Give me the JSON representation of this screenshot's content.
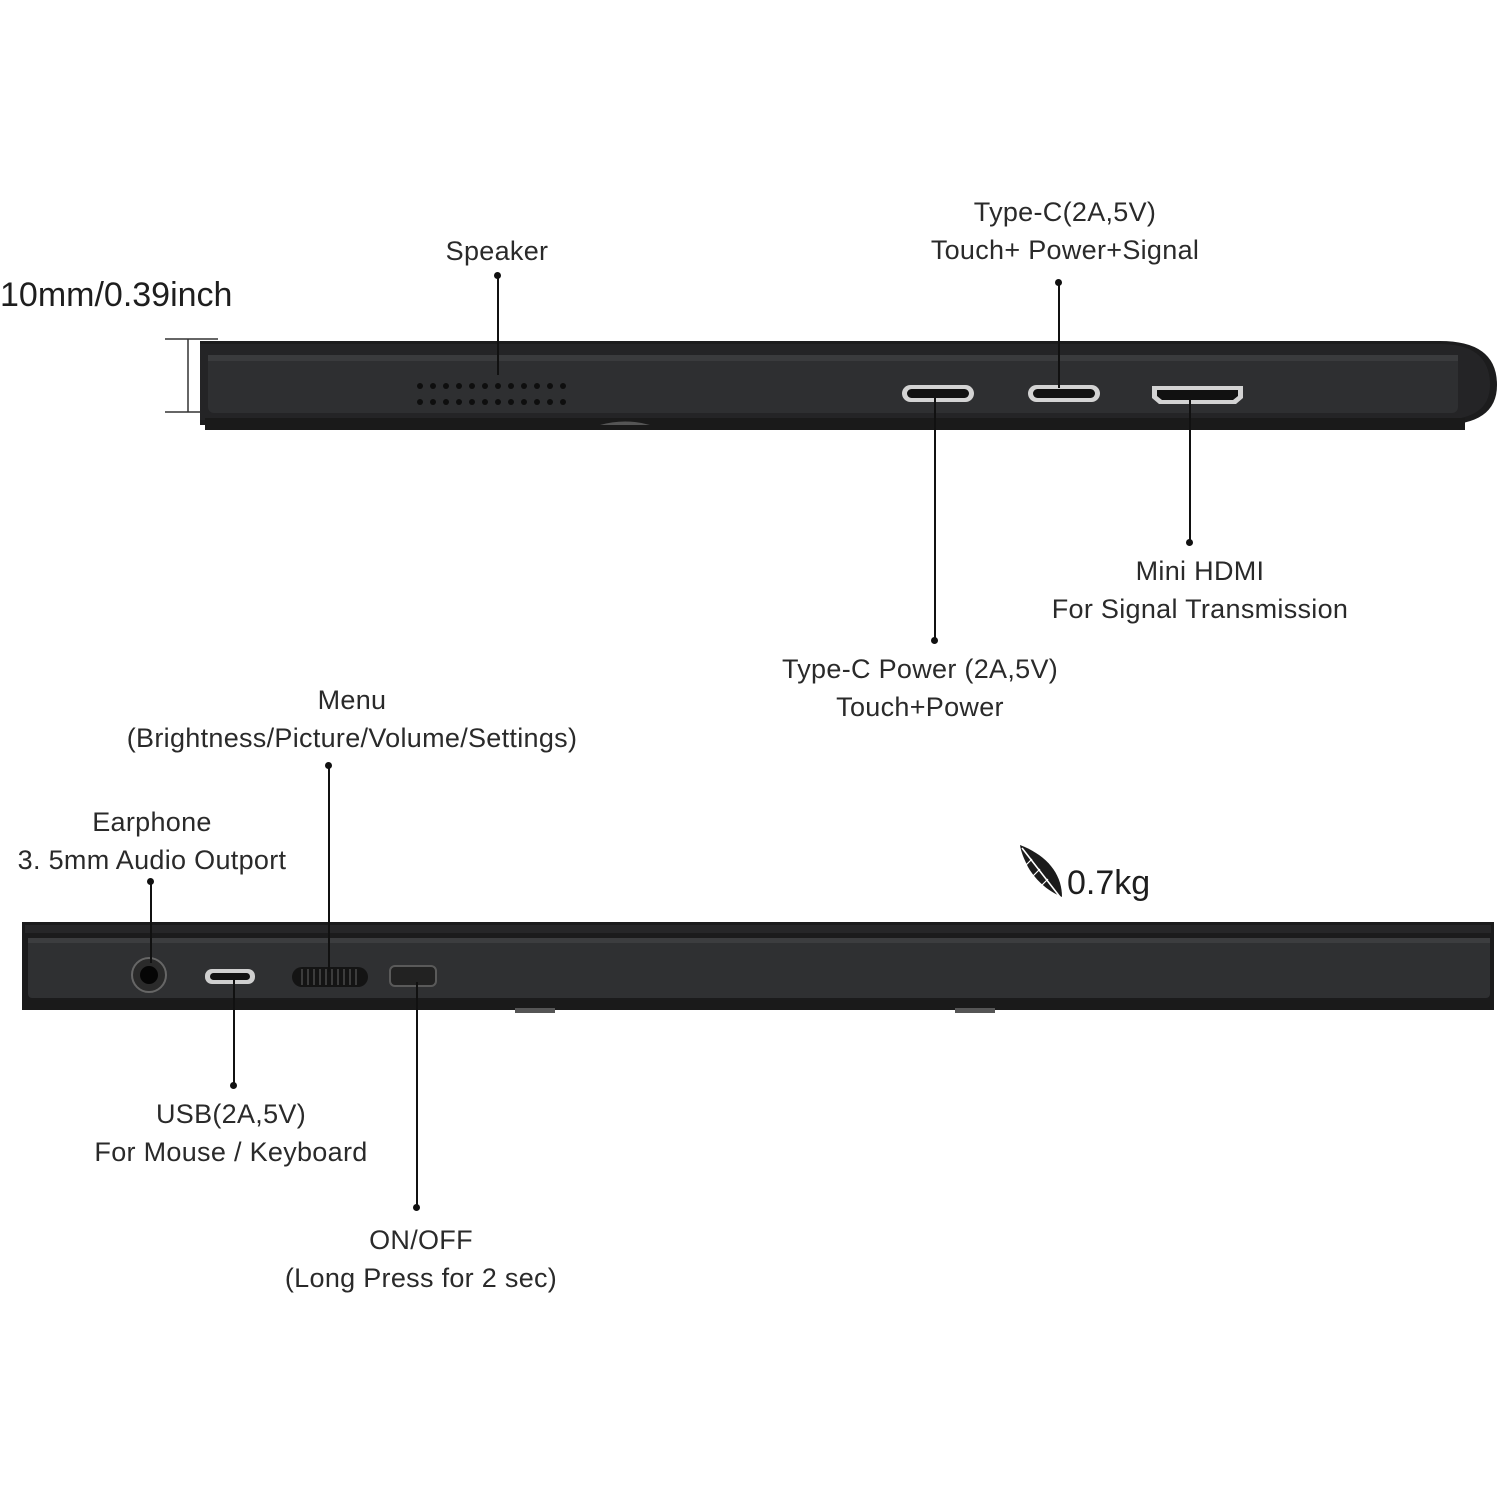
{
  "dimension_label": "10mm/0.39inch",
  "weight_label": "0.7kg",
  "icons": {
    "weight": "feather-icon"
  },
  "colors": {
    "device_body": "#2b2c2e",
    "device_cover": "#1a1a1a",
    "port_metal": "#c9c9c9",
    "text": "#2a2a2a"
  },
  "top_view": {
    "speaker": {
      "line1": "Speaker"
    },
    "typec_signal": {
      "line1": "Type-C(2A,5V)",
      "line2": "Touch+ Power+Signal"
    },
    "mini_hdmi": {
      "line1": "Mini HDMI",
      "line2": "For Signal Transmission"
    },
    "typec_power": {
      "line1": "Type-C Power (2A,5V)",
      "line2": "Touch+Power"
    }
  },
  "bottom_view": {
    "menu": {
      "line1": "Menu",
      "line2": "(Brightness/Picture/Volume/Settings)"
    },
    "earphone": {
      "line1": "Earphone",
      "line2": "3. 5mm Audio Outport"
    },
    "usb": {
      "line1": "USB(2A,5V)",
      "line2": "For Mouse / Keyboard"
    },
    "onoff": {
      "line1": "ON/OFF",
      "line2": "(Long Press for 2 sec)"
    }
  }
}
